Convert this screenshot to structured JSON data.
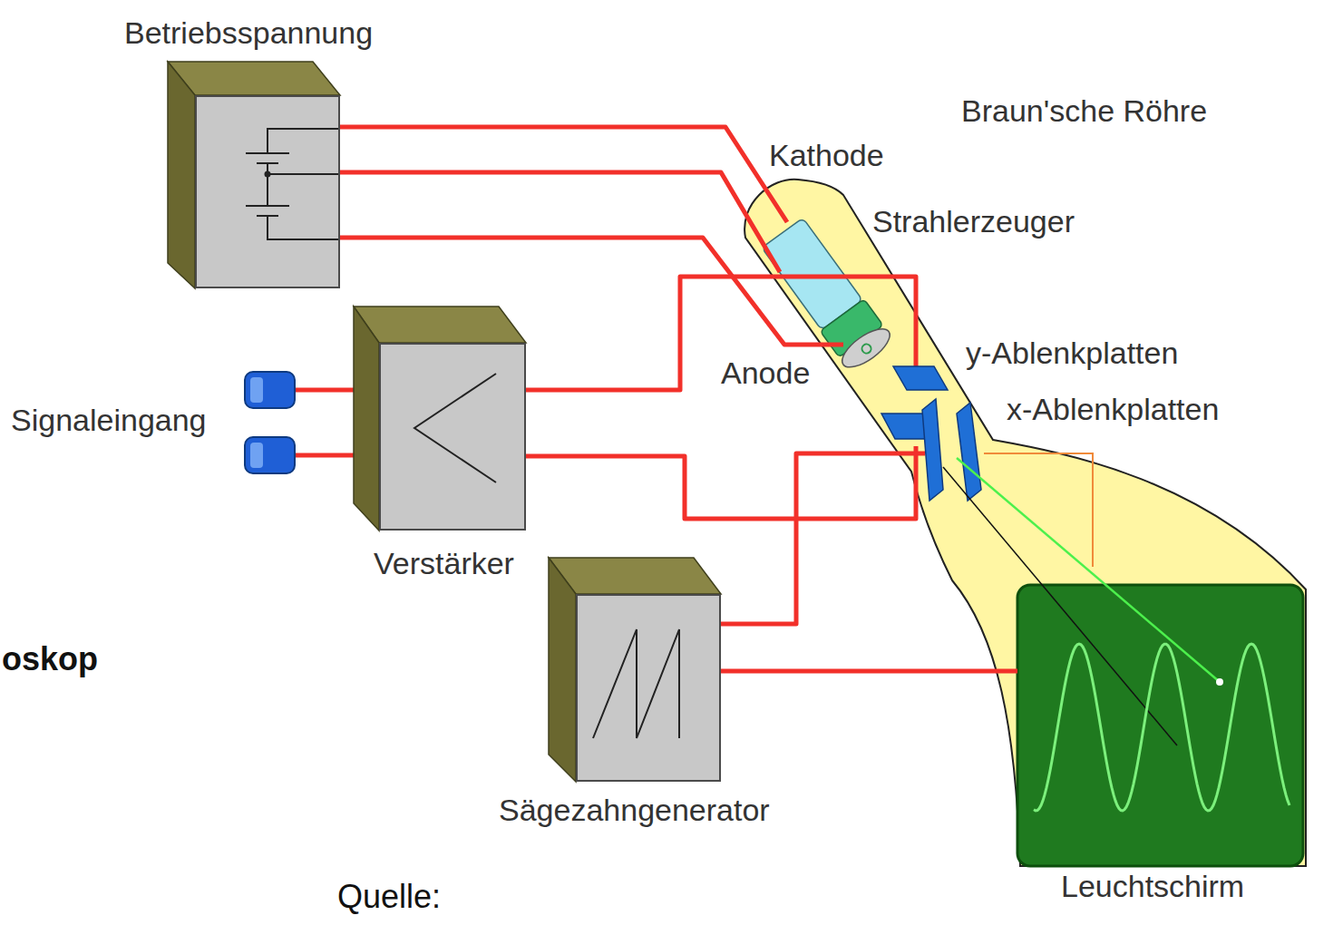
{
  "diagram": {
    "title": "oskop",
    "caption": "Quelle:",
    "nodes": [
      {
        "text": [
          "Betriebsspannung"
        ]
      },
      {
        "text": [
          "Verstärker"
        ]
      },
      {
        "text": [
          "Sägezahngenerator"
        ]
      },
      {
        "text": [
          "Leuchtschirm"
        ]
      }
    ],
    "edges": [
      {
        "from": 2,
        "to": 3,
        "arrow": "none"
      }
    ],
    "labels": [
      "Braun'sche Röhre",
      "Kathode",
      "Strahlerzeuger",
      "Anode",
      "y-Ablenkplatten",
      "x-Ablenkplatten",
      "Signaleingang"
    ]
  }
}
